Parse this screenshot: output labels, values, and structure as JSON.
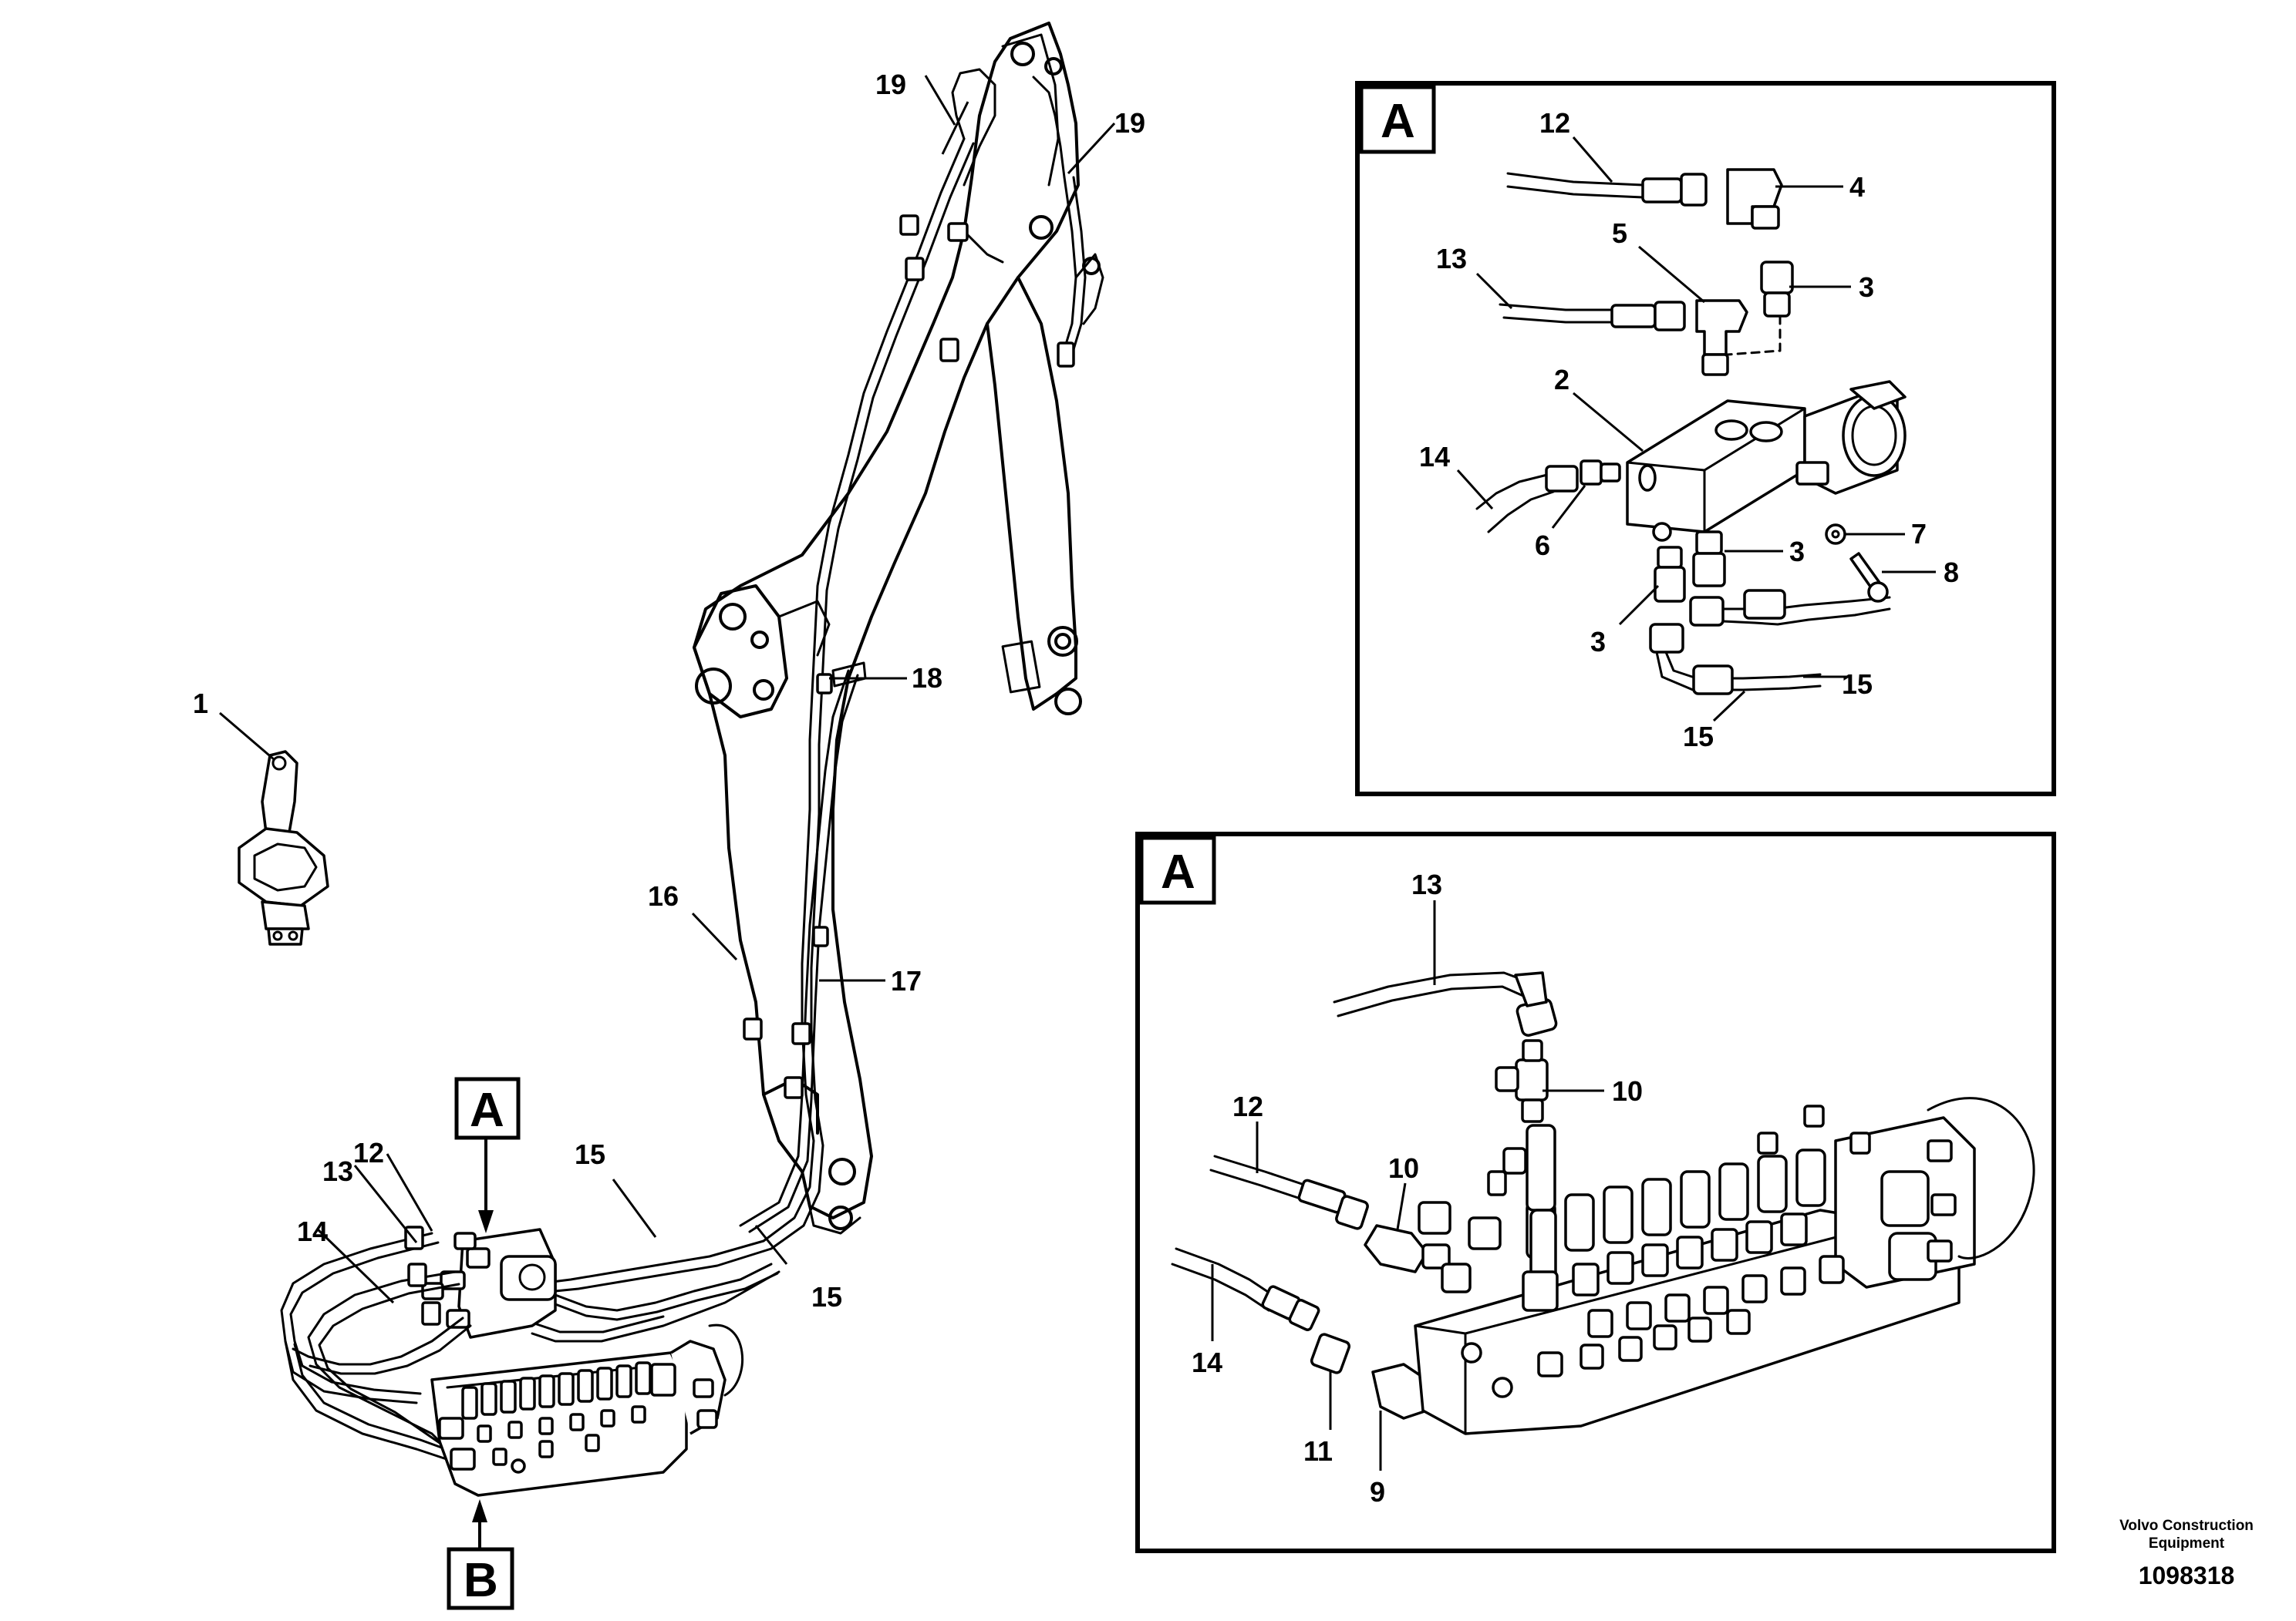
{
  "callouts": {
    "c1": "1",
    "c2": "2",
    "c3": "3",
    "c4": "4",
    "c5": "5",
    "c6": "6",
    "c7": "7",
    "c8": "8",
    "c9": "9",
    "c10": "10",
    "c11": "11",
    "c12": "12",
    "c13": "13",
    "c14": "14",
    "c15": "15",
    "c16": "16",
    "c17": "17",
    "c18": "18",
    "c19": "19"
  },
  "views": {
    "main_a": "A",
    "main_b": "B",
    "detail_top": "A",
    "detail_bottom": "A"
  },
  "footer": {
    "maker_line1": "Volvo Construction",
    "maker_line2": "Equipment",
    "doc_number": "1098318"
  }
}
